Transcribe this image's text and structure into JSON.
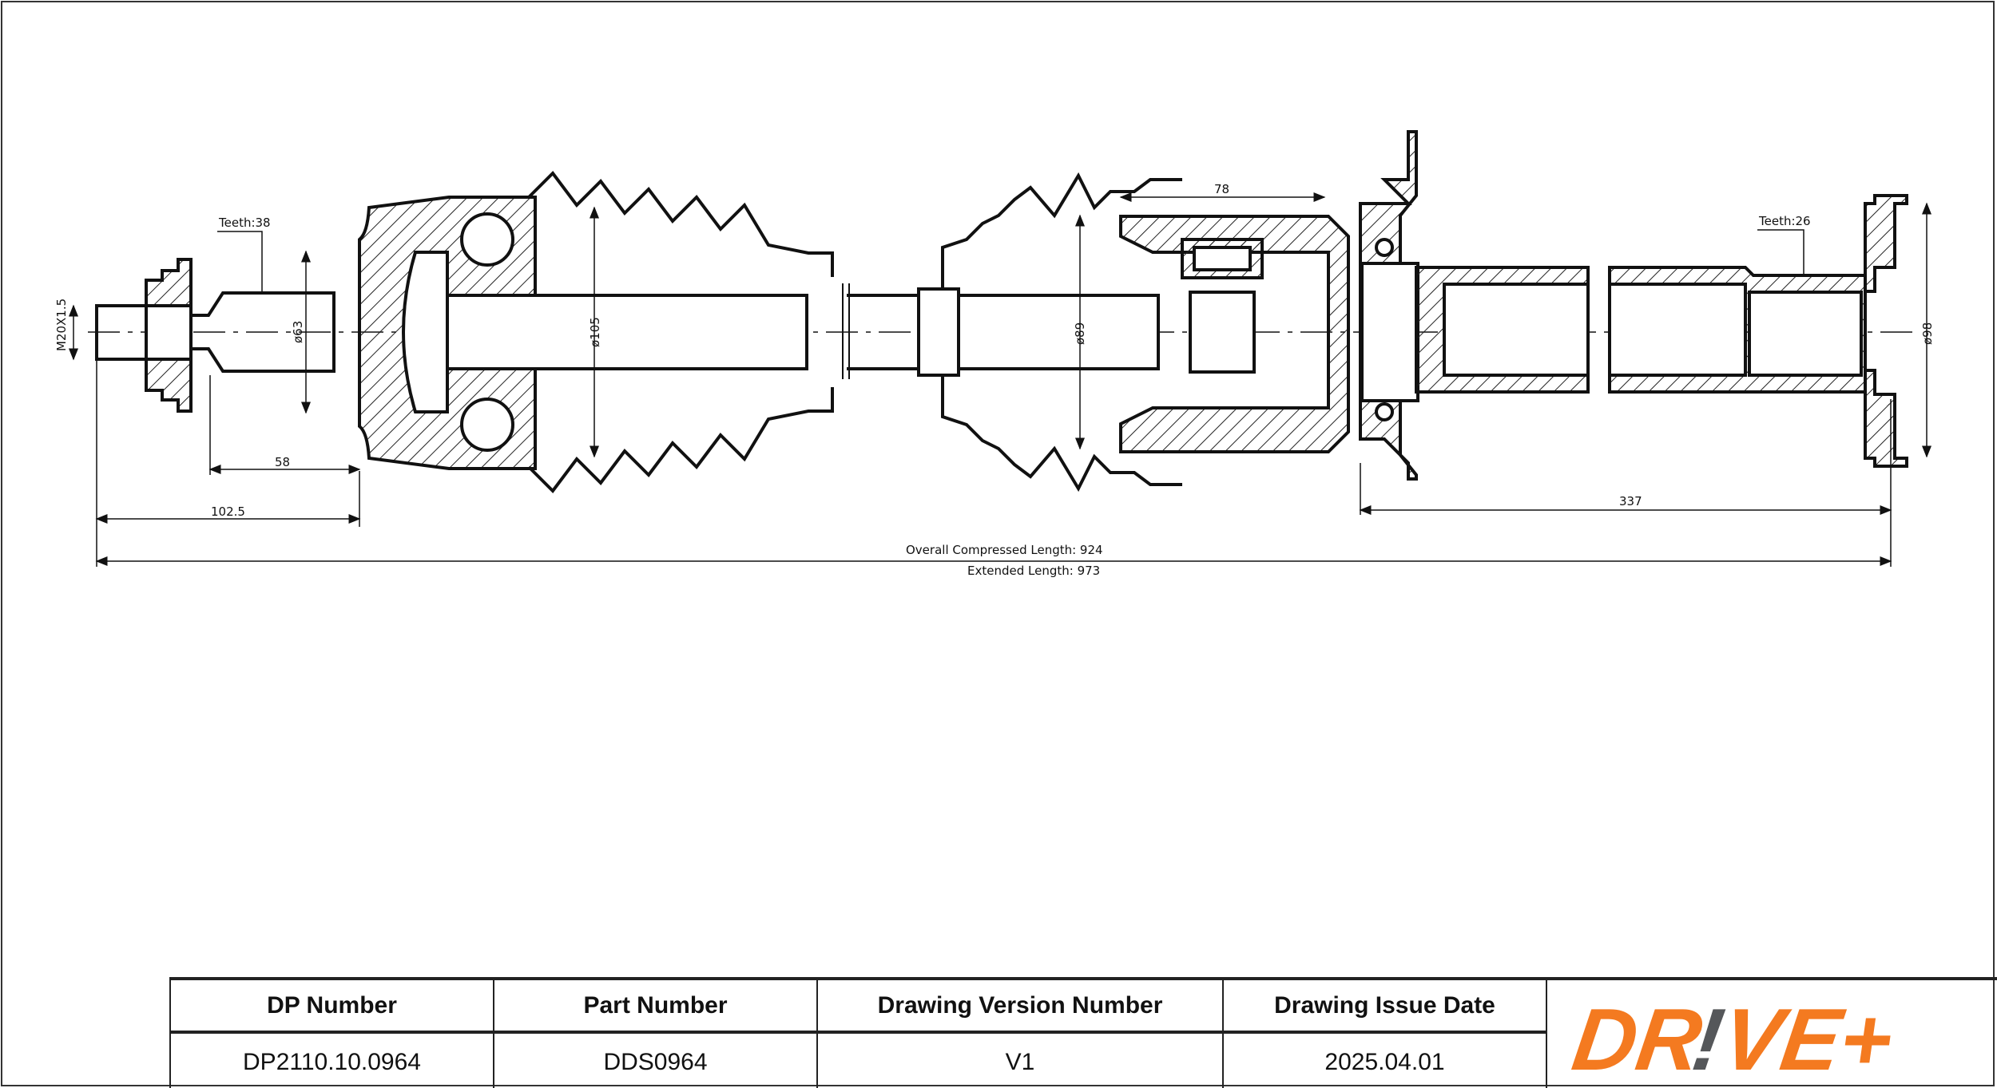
{
  "drawing": {
    "labels": {
      "thread": "M20X1.5",
      "teeth_outer": "Teeth:38",
      "dia_63": "ø63",
      "dim_58": "58",
      "dim_102_5": "102.5",
      "dia_105": "ø105",
      "dia_89": "ø89",
      "dim_78": "78",
      "dia_98": "ø98",
      "teeth_inner": "Teeth:26",
      "dim_337": "337",
      "overall": "Overall  Compressed  Length: 924",
      "extended": "Extended  Length: 973"
    }
  },
  "title_block": {
    "headers": [
      "DP Number",
      "Part Number",
      "Drawing Version Number",
      "Drawing Issue Date"
    ],
    "values": [
      "DP2110.10.0964",
      "DDS0964",
      "V1",
      "2025.04.01"
    ]
  },
  "logo": {
    "text": "DR!VE+",
    "orange": "#f47a20",
    "grey": "#55575a"
  }
}
